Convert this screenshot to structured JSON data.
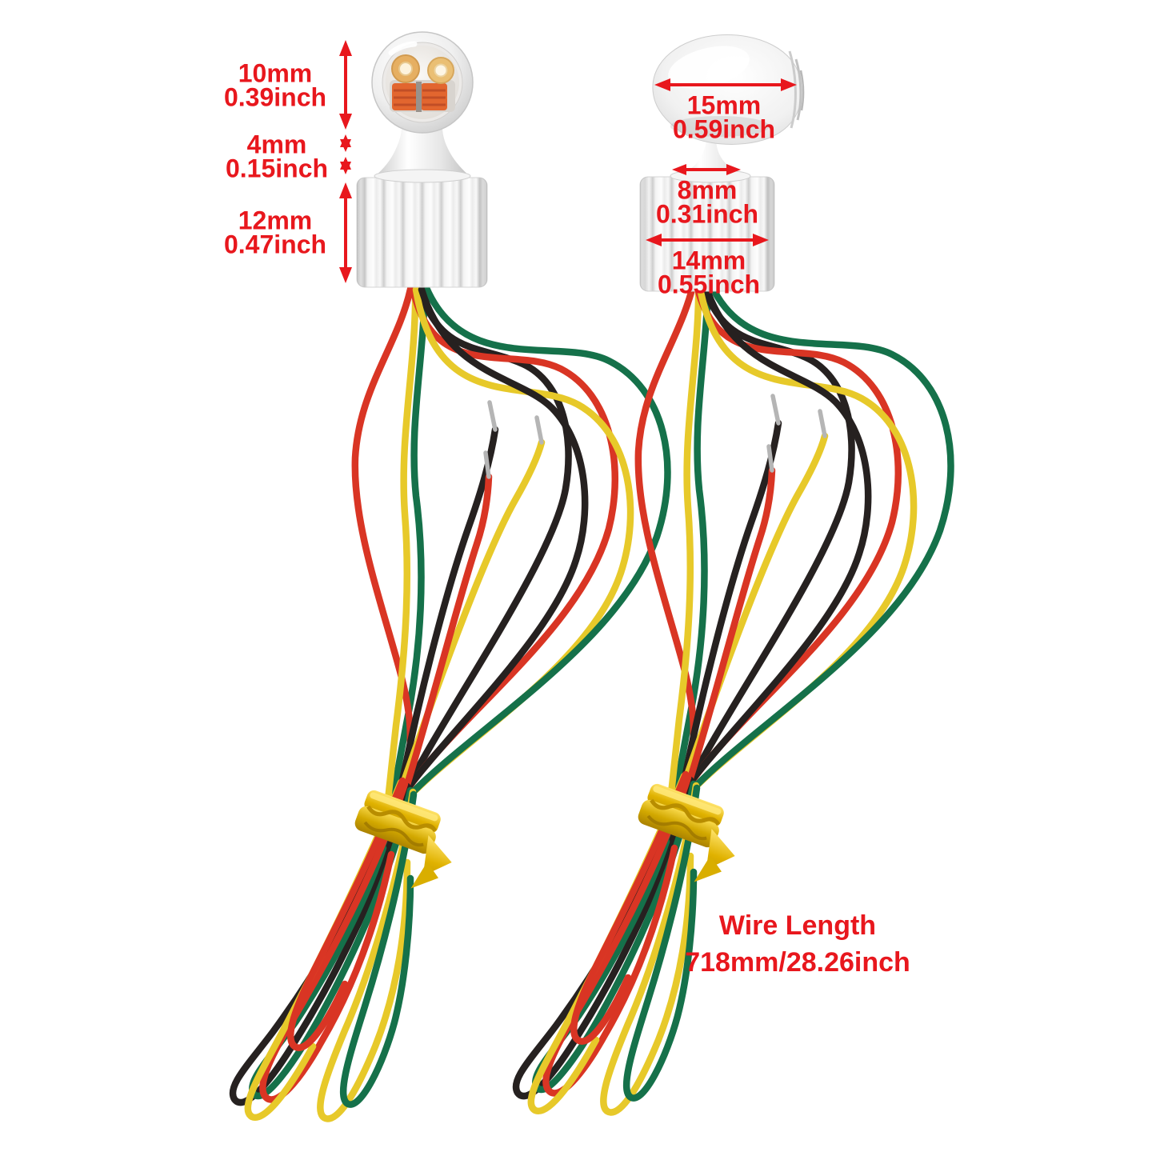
{
  "colors": {
    "background": "#ffffff",
    "annotation_red": "#e8171d",
    "wire_red": "#d93524",
    "wire_yellow": "#e7c92a",
    "wire_green": "#15714a",
    "wire_black": "#262120",
    "tie_gold": "#e0b200",
    "chrome_silver": "#e9e9e9",
    "led_amber": "#e6af62",
    "reflector_orange": "#e2662f"
  },
  "left_signal": {
    "dims": [
      {
        "mm": "10mm",
        "inch": "0.39inch"
      },
      {
        "mm": "4mm",
        "inch": "0.15inch"
      },
      {
        "mm": "12mm",
        "inch": "0.47inch"
      }
    ]
  },
  "right_signal": {
    "dims": [
      {
        "mm": "15mm",
        "inch": "0.59inch"
      },
      {
        "mm": "8mm",
        "inch": "0.31inch"
      },
      {
        "mm": "14mm",
        "inch": "0.55inch"
      }
    ]
  },
  "wire_length": {
    "label": "Wire Length",
    "value": "718mm/28.26inch"
  }
}
